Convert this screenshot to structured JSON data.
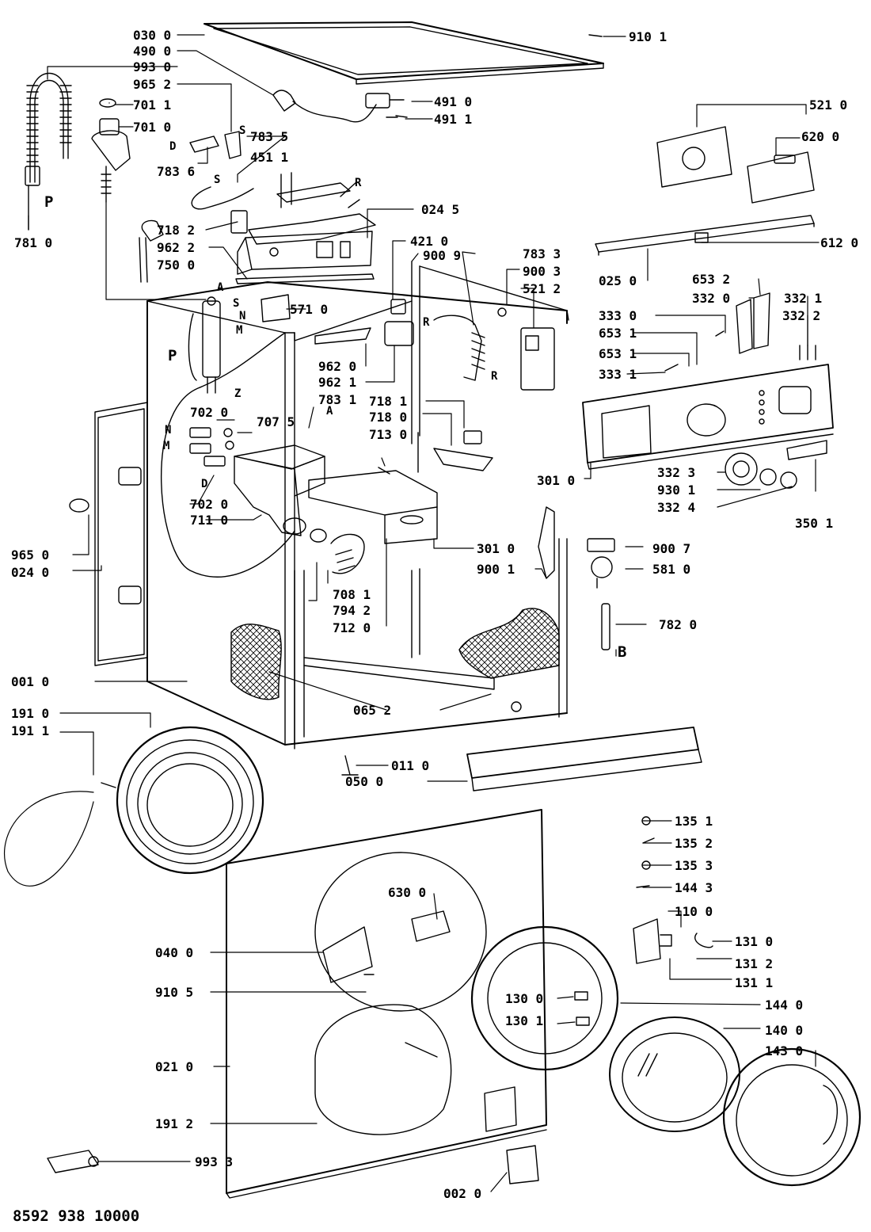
{
  "diagram": {
    "footer_code": "8592 938 10000",
    "part_labels": [
      "030 0",
      "490 0",
      "993 0",
      "965 2",
      "701 1",
      "701 0",
      "783 5",
      "451 1",
      "783 6",
      "781 0",
      "718 2",
      "962 2",
      "750 0",
      "024 5",
      "421 0",
      "900 9",
      "783 3",
      "900 3",
      "521 2",
      "571 0",
      "962 0",
      "962 1",
      "783 1",
      "702 0",
      "707 5",
      "702 0",
      "711 0",
      "718 1",
      "718 0",
      "713 0",
      "301 0",
      "301 0",
      "900 1",
      "965 0",
      "024 0",
      "708 1",
      "794 2",
      "712 0",
      "001 0",
      "065 2",
      "191 0",
      "191 1",
      "011 0",
      "050 0",
      "910 1",
      "491 0",
      "491 1",
      "521 0",
      "620 0",
      "612 0",
      "025 0",
      "653 2",
      "332 0",
      "332 1",
      "332 2",
      "333 0",
      "653 1",
      "653 1",
      "333 1",
      "332 3",
      "930 1",
      "332 4",
      "350 1",
      "900 7",
      "581 0",
      "782 0",
      "135 1",
      "135 2",
      "135 3",
      "144 3",
      "110 0",
      "131 0",
      "131 2",
      "131 1",
      "630 0",
      "040 0",
      "910 5",
      "130 0",
      "130 1",
      "144 0",
      "140 0",
      "143 0",
      "021 0",
      "191 2",
      "993 3",
      "002 0"
    ],
    "letter_markers": [
      "S",
      "D",
      "S",
      "P",
      "R",
      "A",
      "S",
      "N",
      "M",
      "P",
      "Z",
      "R",
      "R",
      "A",
      "N",
      "M",
      "D",
      "B"
    ]
  }
}
